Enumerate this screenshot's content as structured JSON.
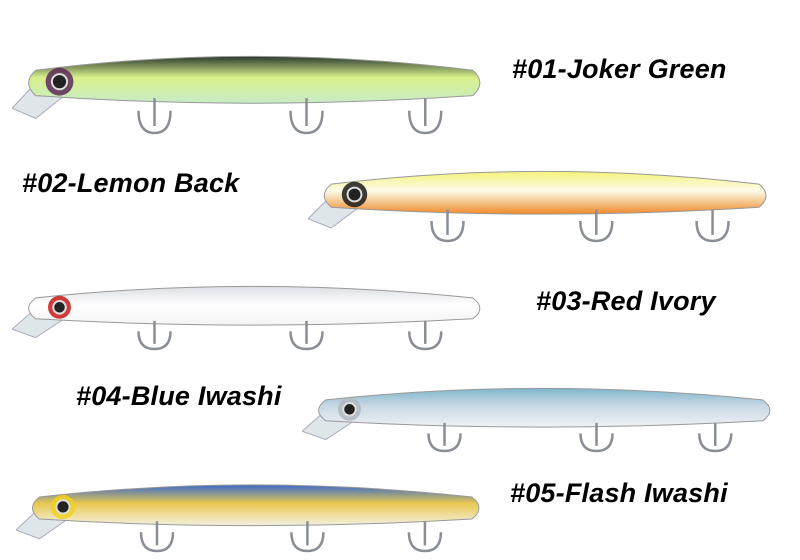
{
  "products": [
    {
      "label": "#01-Joker Green",
      "back": "#2b3a2e",
      "belly": "#c8ecc8",
      "accent": "#d7f08a",
      "head": "#5a2a5a"
    },
    {
      "label": "#02-Lemon Back",
      "back": "#f6f27a",
      "belly": "#f08a2a",
      "accent": "#fbfbe8",
      "head": "#1a1a1a"
    },
    {
      "label": "#03-Red Ivory",
      "back": "#d9dde2",
      "belly": "#f4f4f4",
      "accent": "#ffffff",
      "head": "#c81a1a"
    },
    {
      "label": "#04-Blue Iwashi",
      "back": "#7fb6cc",
      "belly": "#eef2f4",
      "accent": "#c8d8e4",
      "head": "#b0b8c0"
    },
    {
      "label": "#05-Flash Iwashi",
      "back": "#3a6ac8",
      "belly": "#f4f0e0",
      "accent": "#e8c850",
      "head": "#f0d020"
    }
  ]
}
